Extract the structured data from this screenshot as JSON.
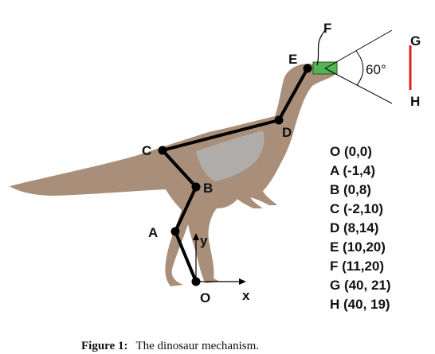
{
  "points": [
    {
      "id": "O",
      "label": "O",
      "coord": "O (0,0)"
    },
    {
      "id": "A",
      "label": "A",
      "coord": "A (-1,4)"
    },
    {
      "id": "B",
      "label": "B",
      "coord": "B (0,8)"
    },
    {
      "id": "C",
      "label": "C",
      "coord": "C (-2,10)"
    },
    {
      "id": "D",
      "label": "D",
      "coord": "D (8,14)"
    },
    {
      "id": "E",
      "label": "E",
      "coord": "E (10,20)"
    },
    {
      "id": "F",
      "label": "F",
      "coord": "F (11,20)"
    },
    {
      "id": "G",
      "label": "G",
      "coord": "G (40, 21)"
    },
    {
      "id": "H",
      "label": "H",
      "coord": "H (40, 19)"
    }
  ],
  "axes": {
    "x_label": "x",
    "y_label": "y"
  },
  "angle_label": "60°",
  "caption": {
    "prefix": "Figure 1:",
    "text": "The dinosaur mechanism."
  },
  "colors": {
    "linkage": "#000000",
    "target_segment": "#e02020",
    "eye_box": "#55b455",
    "dino_body": "#9a7a62",
    "dino_belly": "#b6c0cc"
  }
}
